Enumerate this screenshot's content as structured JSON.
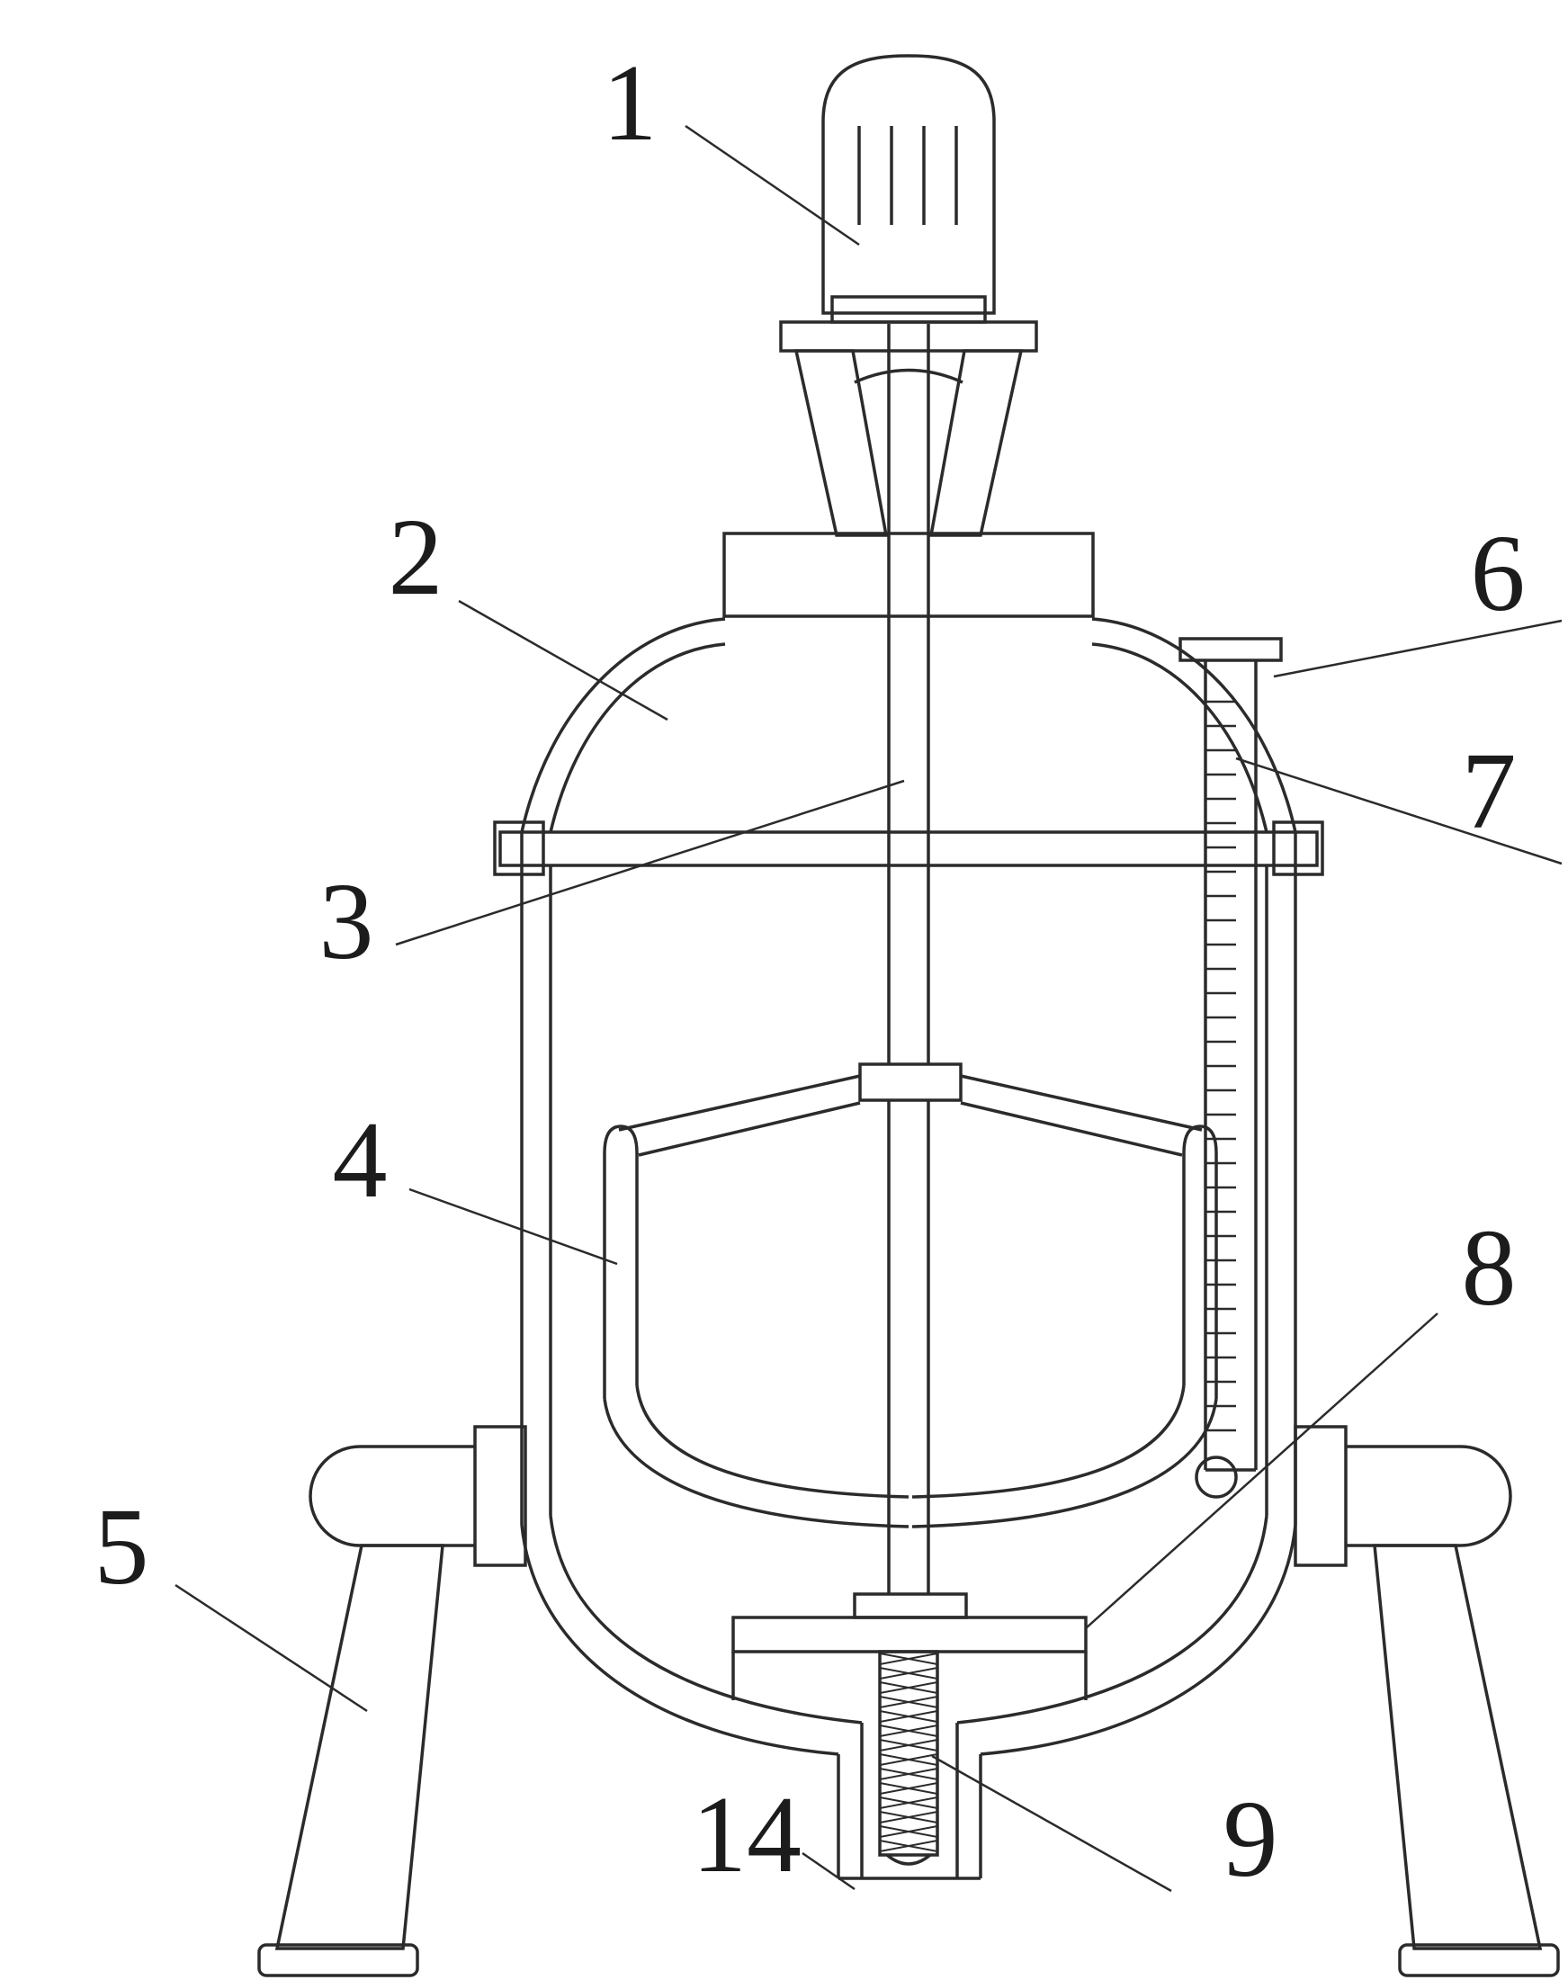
{
  "figure": {
    "background_color": "#ffffff",
    "line_color": "#2b2b2b",
    "label_color": "#1c1c1c",
    "labels": [
      {
        "text": "1"
      },
      {
        "text": "2"
      },
      {
        "text": "3"
      },
      {
        "text": "4"
      },
      {
        "text": "5"
      },
      {
        "text": "6"
      },
      {
        "text": "7"
      },
      {
        "text": "8"
      },
      {
        "text": "9"
      },
      {
        "text": "14"
      }
    ]
  }
}
